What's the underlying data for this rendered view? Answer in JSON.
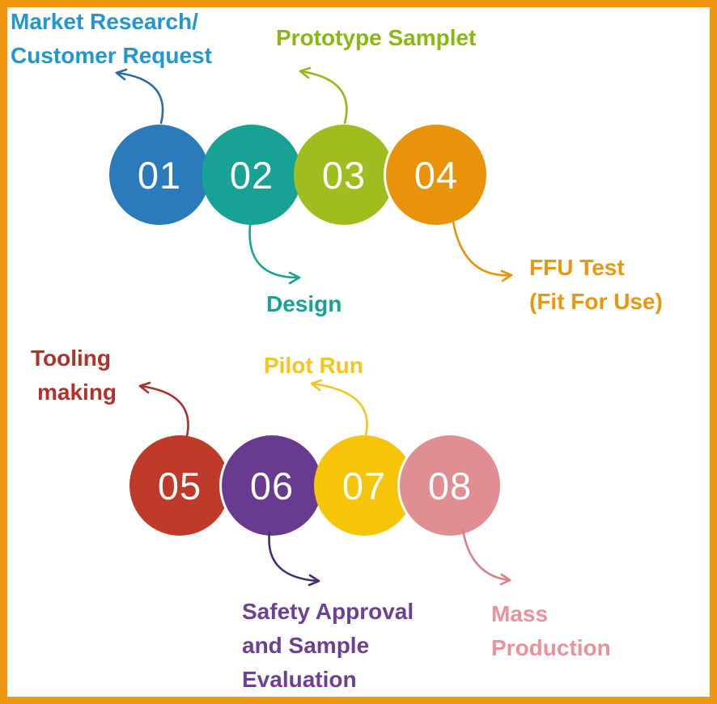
{
  "frame": {
    "border_color": "#f0970f"
  },
  "steps": [
    {
      "number": "01",
      "circle_color": "#2b7abc",
      "arrow_color": "#2d6ba3",
      "label": {
        "color": "#2196d3",
        "lines": [
          "Market Research/",
          "Customer Request"
        ]
      }
    },
    {
      "number": "02",
      "circle_color": "#17a295",
      "arrow_color": "#18a296",
      "label": {
        "color": "#18a296",
        "lines": [
          "Design"
        ]
      }
    },
    {
      "number": "03",
      "circle_color": "#a0bd1f",
      "arrow_color": "#96b719",
      "label": {
        "color": "#8ab80e",
        "lines": [
          "Prototype Samplet"
        ]
      }
    },
    {
      "number": "04",
      "circle_color": "#e9930b",
      "arrow_color": "#e9930b",
      "label": {
        "color": "#e9980e",
        "lines": [
          "FFU Test",
          "(Fit For Use)"
        ]
      }
    },
    {
      "number": "05",
      "circle_color": "#c03a2a",
      "arrow_color": "#a93027",
      "label": {
        "color": "#b23129",
        "lines": [
          "Tooling",
          "making"
        ]
      }
    },
    {
      "number": "06",
      "circle_color": "#693b90",
      "arrow_color": "#472e6e",
      "label": {
        "color": "#6e4094",
        "lines": [
          "Safety Approval",
          "and Sample",
          "Evaluation"
        ]
      }
    },
    {
      "number": "07",
      "circle_color": "#f6c408",
      "arrow_color": "#f3c51d",
      "label": {
        "color": "#f6c41c",
        "lines": [
          "Pilot Run"
        ]
      }
    },
    {
      "number": "08",
      "circle_color": "#e08e92",
      "arrow_color": "#d8818a",
      "label": {
        "color": "#e9929b",
        "lines": [
          "Mass",
          "Production"
        ]
      }
    }
  ]
}
